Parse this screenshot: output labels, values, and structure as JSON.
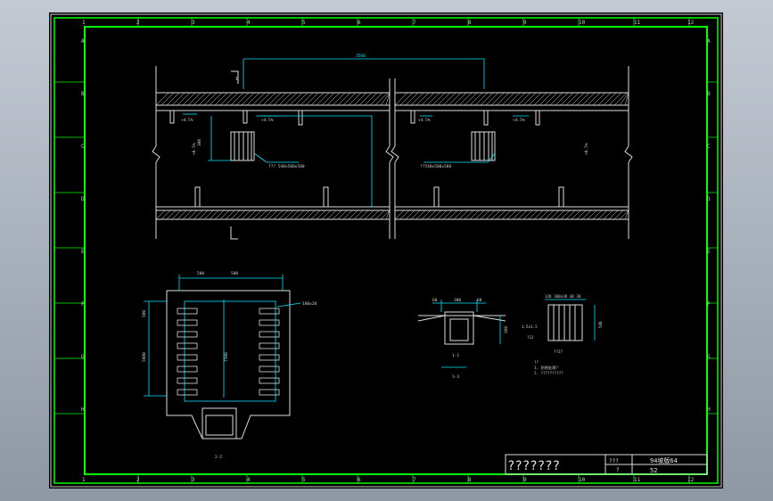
{
  "drawing": {
    "top_labels": [
      "1",
      "2",
      "3",
      "4",
      "5",
      "6",
      "7",
      "8",
      "9",
      "10",
      "11",
      "12"
    ],
    "side_labels": [
      "A",
      "B",
      "C",
      "D",
      "E",
      "F",
      "G",
      "H"
    ],
    "title_block": {
      "title": "???????",
      "field_a_label": "???",
      "field_a_value": "94坡版64",
      "field_b_label": "?",
      "field_b_value": "52"
    },
    "plan_view": {
      "dim_top": "3580",
      "label_elev_left": "+4.5%",
      "label_elev_mid": "+4.5%",
      "label_elev_right1": "+4.5%",
      "label_elev_right2": "+4.5%",
      "grate_note_left": "??? 540x500x580",
      "grate_note_right": "??540x500x580",
      "dim_left_a": "300",
      "dim_left_b": "+0.5%",
      "dim_right": "+0.5%",
      "section_mark": "1"
    },
    "section_detail": {
      "dim_top_a": "500",
      "dim_top_b": "500",
      "dim_left_a": "500",
      "dim_left_b": "5800",
      "dim_vertical": "7500",
      "note": "100x20",
      "caption": "2-2"
    },
    "small_section": {
      "dim_a": "60",
      "dim_b": "300",
      "dim_c": "60",
      "dim_side": "360",
      "caption": "1-1",
      "caption2": "3-3"
    },
    "grate_detail": {
      "dim_top": "128 100x38 40 38",
      "note_a": "1.5x1.5",
      "note_b": "?12",
      "caption": "??2?",
      "dim_right": "500",
      "note_small": "??",
      "note_1": "1. 防锈处理?",
      "note_2": "2. ??????????"
    }
  }
}
